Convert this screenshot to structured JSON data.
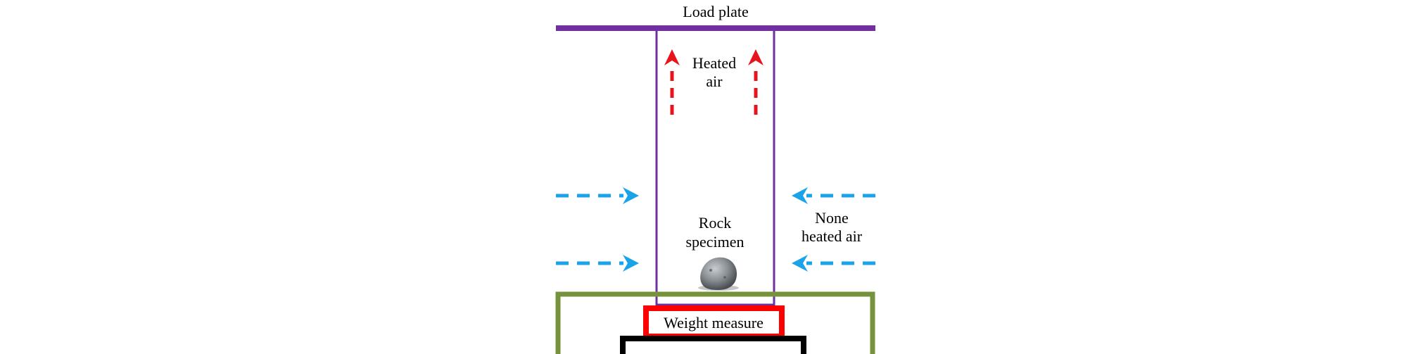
{
  "labels": {
    "load_plate": "Load plate",
    "heated_air": [
      "Heated",
      "air"
    ],
    "rock_specimen": [
      "Rock",
      "specimen"
    ],
    "none_heated_air": [
      "None",
      "heated air"
    ],
    "weight_measure": "Weight measure"
  },
  "colors": {
    "load_plate": "#7030a0",
    "chamber": "#7030a0",
    "heated_air_arrow": "#e8141b",
    "cool_air_arrow": "#1aa3e8",
    "frame": "#76923c",
    "scale_box": "#ff0000",
    "base": "#000000",
    "rock": "#8a8f94"
  },
  "icons": {
    "rock": "rock-specimen-image",
    "heated_air": "up-arrow-dashed",
    "none_heated_air": "horizontal-arrow-dashed"
  }
}
